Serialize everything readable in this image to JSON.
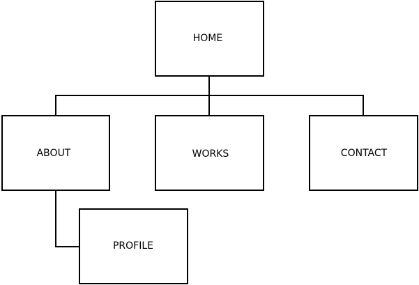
{
  "diagram": {
    "nodes": {
      "home": {
        "label": "HOME"
      },
      "about": {
        "label": "ABOUT"
      },
      "works": {
        "label": "WORKS"
      },
      "contact": {
        "label": "CONTACT"
      },
      "profile": {
        "label": "PROFILE"
      }
    },
    "edges": [
      {
        "from": "home",
        "to": "about"
      },
      {
        "from": "home",
        "to": "works"
      },
      {
        "from": "home",
        "to": "contact"
      },
      {
        "from": "about",
        "to": "profile"
      }
    ],
    "colors": {
      "stroke": "#000000",
      "fill": "#ffffff",
      "text": "#000000"
    }
  }
}
